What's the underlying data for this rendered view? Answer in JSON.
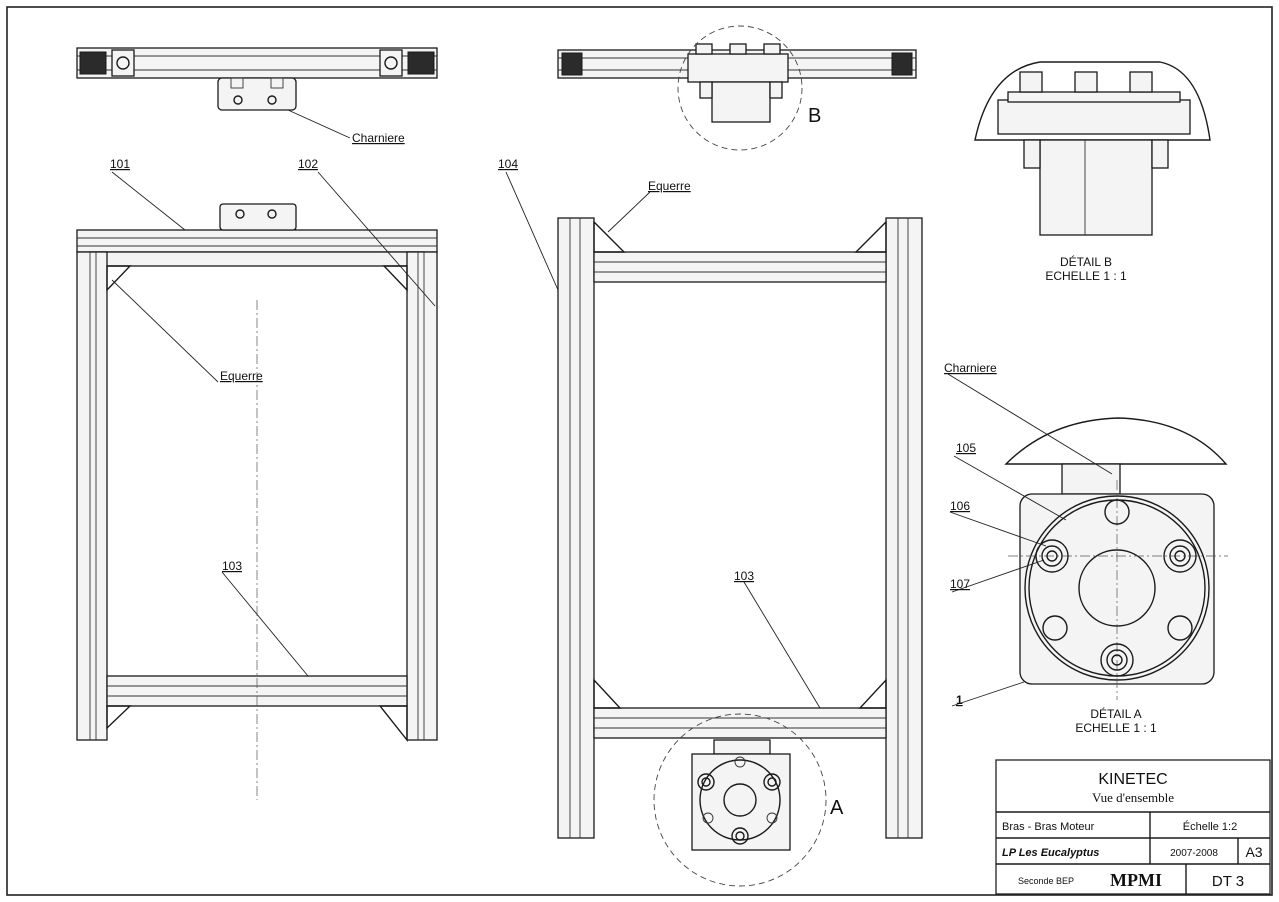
{
  "labels": {
    "charniere_top": "Charniere",
    "charniere_right": "Charniere",
    "p101": "101",
    "p102": "102",
    "p103_left": "103",
    "p103_mid": "103",
    "p104": "104",
    "p105": "105",
    "p106": "106",
    "p107": "107",
    "p1": "1",
    "equerre_left": "Equerre",
    "equerre_mid": "Equerre",
    "letter_a": "A",
    "letter_b": "B"
  },
  "details": {
    "b_line1": "DÉTAIL B",
    "b_line2": "ECHELLE 1 : 1",
    "a_line1": "DÉTAIL A",
    "a_line2": "ECHELLE 1 : 1"
  },
  "title_block": {
    "company": "KINETEC",
    "subtitle": "Vue d'ensemble",
    "part": "Bras - Bras Moteur",
    "scale": "Échelle 1:2",
    "school": "LP Les Eucalyptus",
    "year": "2007-2008",
    "format": "A3",
    "class": "Seconde BEP",
    "section": "MPMI",
    "doc": "DT 3"
  }
}
